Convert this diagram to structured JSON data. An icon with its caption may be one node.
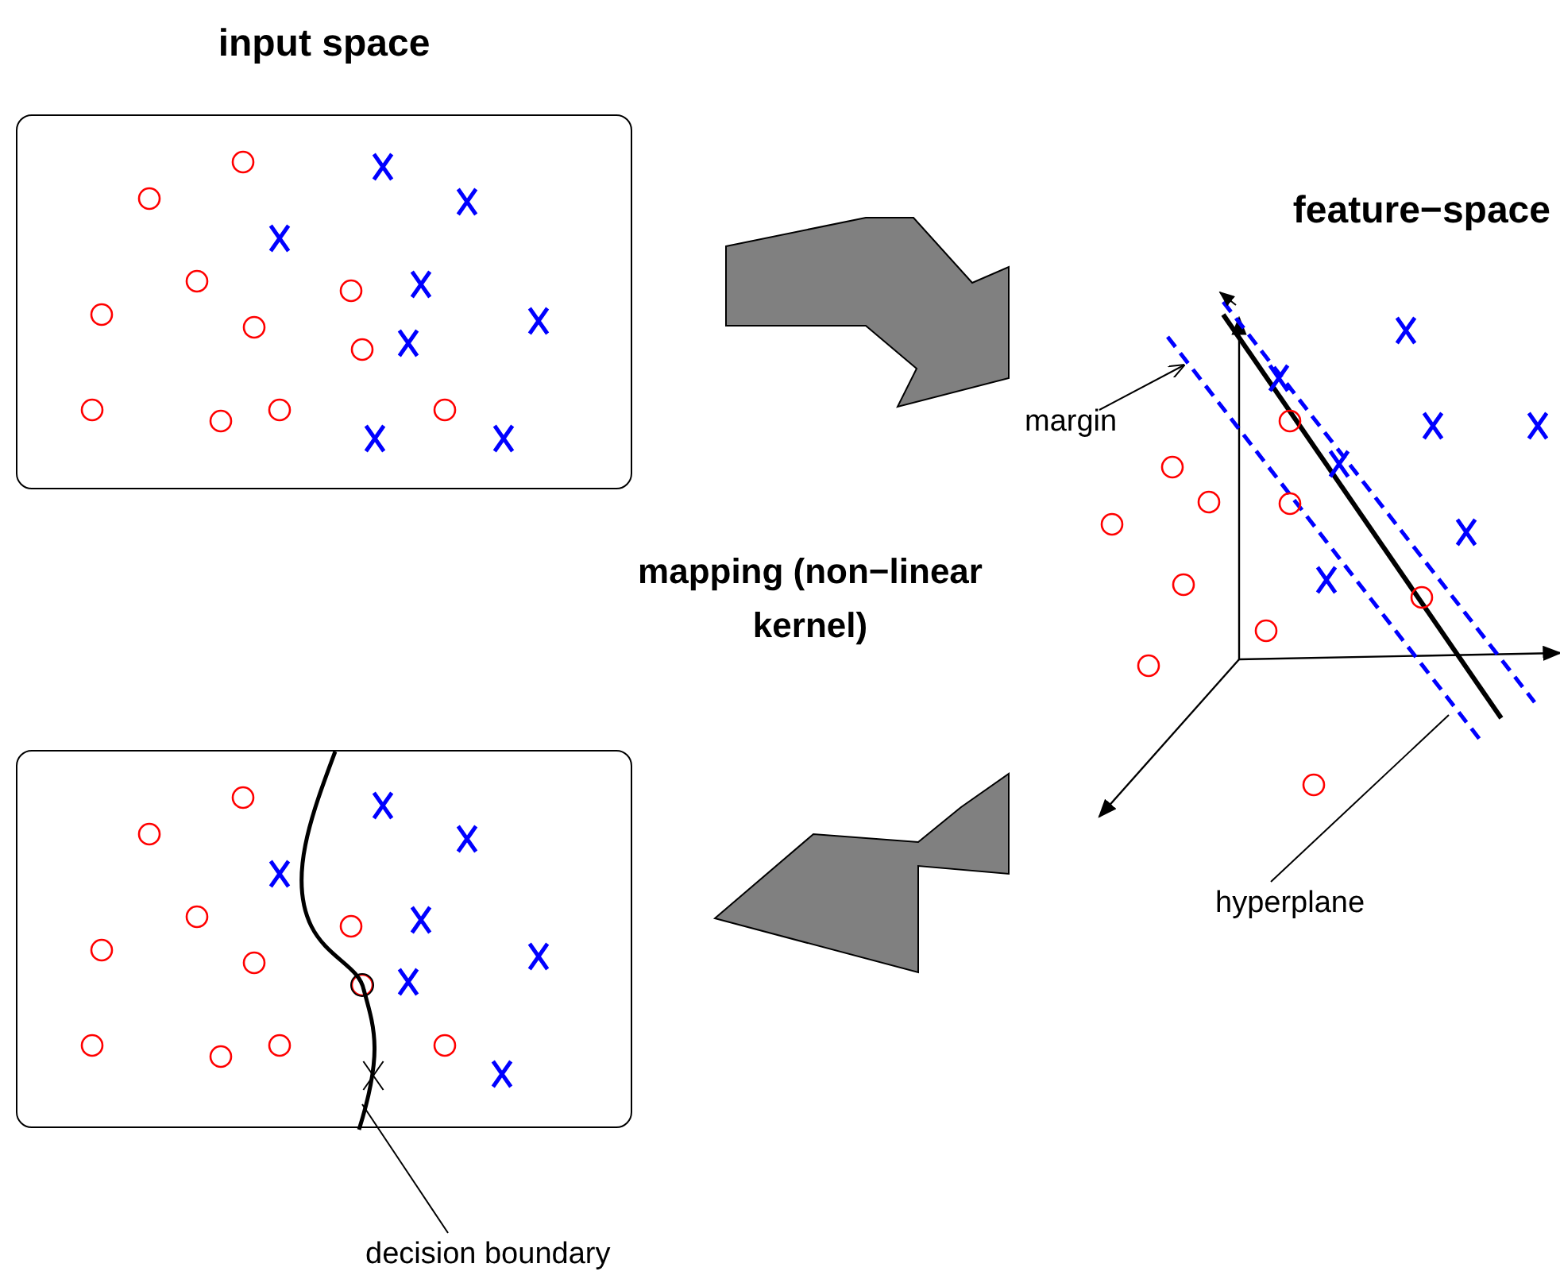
{
  "diagram": {
    "nodes": [
      {
        "text": [
          "input space"
        ]
      },
      {
        "text": [
          "feature−space"
        ]
      },
      {
        "text": [],
        "shape": "box"
      },
      {
        "text": [
          "margin"
        ]
      },
      {
        "text": [
          "hyperplane"
        ]
      },
      {
        "text": [
          "decision boundary"
        ]
      }
    ],
    "edges": [
      {
        "from": 0,
        "to": 1,
        "arrow": "to",
        "style": "thick",
        "color": "#808080"
      },
      {
        "from": 1,
        "to": 2,
        "arrow": "to",
        "style": "thick",
        "color": "#808080"
      },
      {
        "from": 3,
        "to": 1,
        "arrow": "to"
      },
      {
        "from": 4,
        "to": 1,
        "arrow": "none"
      },
      {
        "from": 5,
        "to": 2,
        "arrow": "none"
      }
    ],
    "labels": [
      "mapping (non−linear kernel)"
    ]
  }
}
